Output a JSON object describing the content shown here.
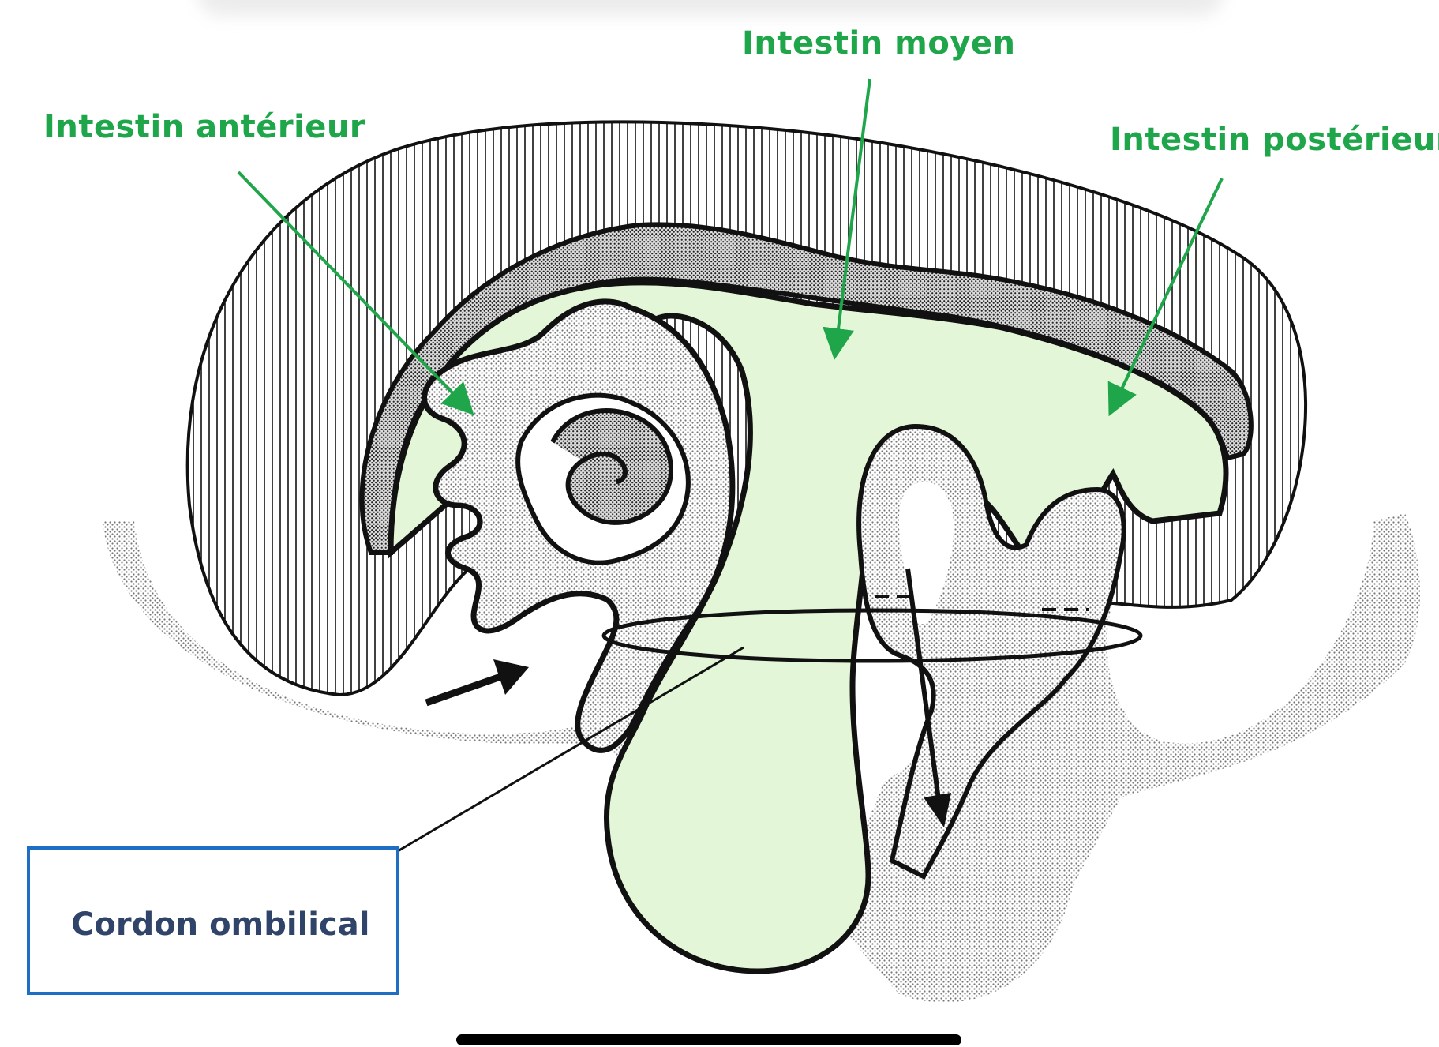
{
  "labels": {
    "anterior": "Intestin antérieur",
    "middle": "Intestin moyen",
    "posterior": "Intestin postérieur",
    "cord": "Cordon ombilical"
  },
  "colors": {
    "label_green": "#1fa64a",
    "gut_fill": "#e3f7d8",
    "cord_box_border": "#1e6fc4",
    "cord_text": "#2f4468"
  }
}
